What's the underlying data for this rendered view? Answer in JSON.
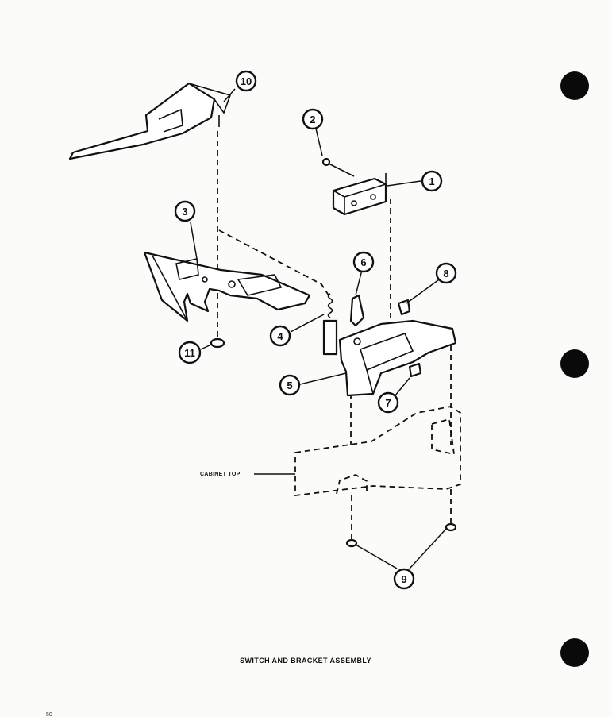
{
  "diagram": {
    "caption": "SWITCH AND BRACKET ASSEMBLY",
    "cabinet_label": "CABINET TOP",
    "page_mark": "50",
    "callouts": [
      "1",
      "2",
      "3",
      "4",
      "5",
      "6",
      "7",
      "8",
      "9",
      "10",
      "11"
    ]
  }
}
